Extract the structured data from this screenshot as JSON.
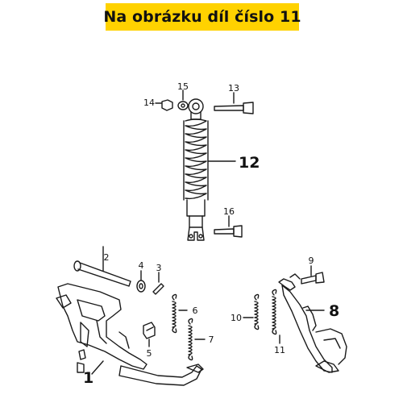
{
  "banner": {
    "text": "Na obrázku díl číslo 11"
  },
  "colors": {
    "banner_bg": "#ffd200",
    "line": "#1a1a1a"
  },
  "parts": {
    "p1": "1",
    "p2": "2",
    "p3": "3",
    "p4": "4",
    "p5": "5",
    "p6": "6",
    "p7": "7",
    "p8": "8",
    "p9": "9",
    "p10": "10",
    "p11": "11",
    "p12": "12",
    "p13": "13",
    "p14": "14",
    "p15": "15",
    "p16": "16"
  }
}
